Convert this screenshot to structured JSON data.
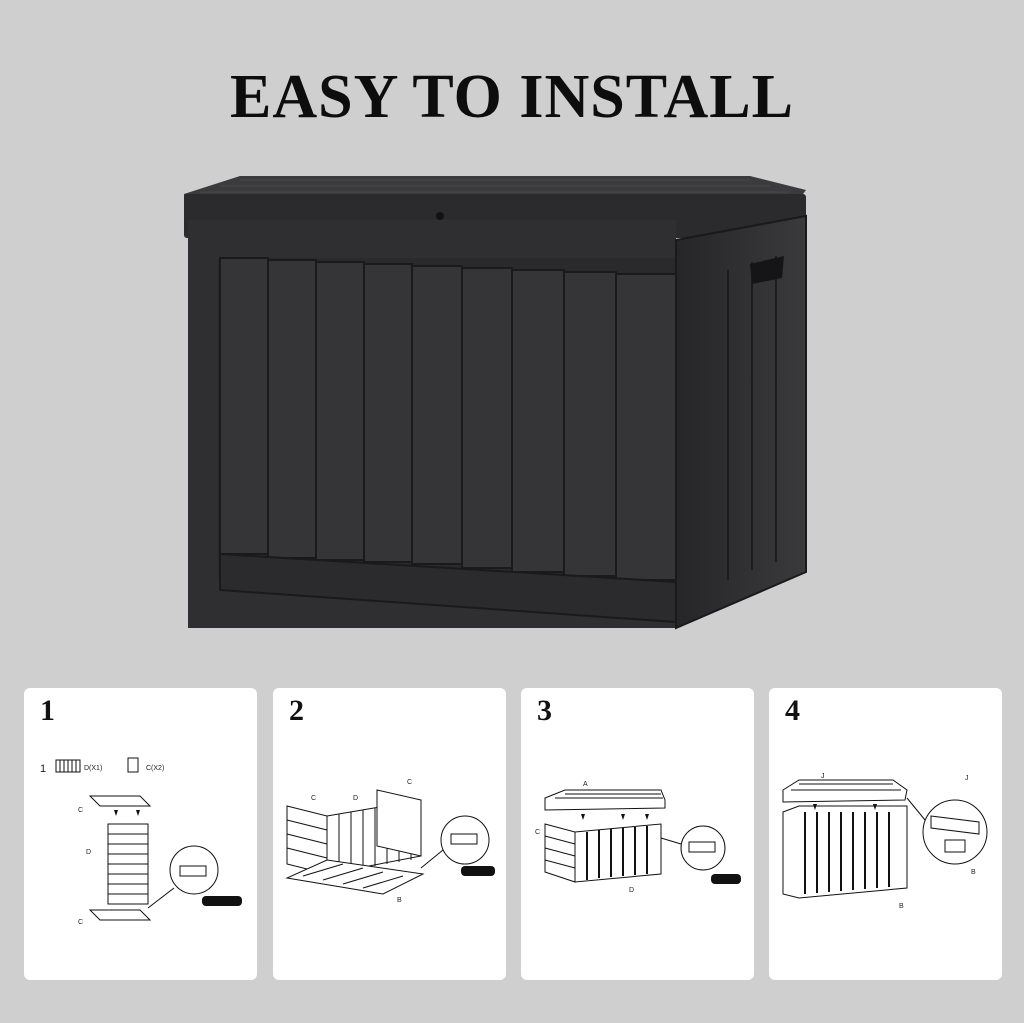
{
  "headline": "EASY TO INSTALL",
  "steps": [
    {
      "number": "1",
      "parts_row": {
        "index": "1",
        "part_d": "D(X1)",
        "part_c": "C(X2)"
      },
      "labels": [
        "C",
        "D",
        "C"
      ]
    },
    {
      "number": "2",
      "labels": [
        "C",
        "D",
        "C",
        "B"
      ]
    },
    {
      "number": "3",
      "labels": [
        "A",
        "C",
        "D"
      ]
    },
    {
      "number": "4",
      "labels": [
        "J",
        "J",
        "B",
        "B"
      ]
    }
  ],
  "colors": {
    "background": "#cfcfcf",
    "card": "#ffffff",
    "box": "#2f2f31",
    "box_dark": "#1f1f21",
    "line": "#111111"
  },
  "icons": [
    "storage-box",
    "lid-panel",
    "wall-panel",
    "base-panel",
    "zoom-callout",
    "arrow-down"
  ]
}
